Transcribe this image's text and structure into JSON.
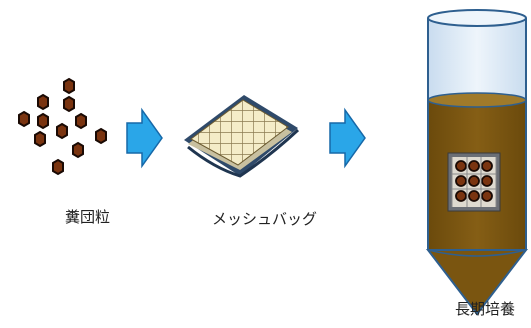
{
  "steps": [
    {
      "label": "糞団粒"
    },
    {
      "label": "メッシュバッグ"
    },
    {
      "label": "長期培養"
    }
  ],
  "colors": {
    "pellet_fill": "#7a3410",
    "pellet_stroke": "#1a0a04",
    "arrow_fill": "#2aa6e8",
    "arrow_stroke": "#1668a8",
    "mesh_fill": "#f4ecc8",
    "mesh_grid": "#8a7a50",
    "mesh_border": "#2f4a6a",
    "liquid": "#7a5510",
    "tube_empty": "#dbe8f5",
    "tube_stroke": "#2e5f8f"
  }
}
